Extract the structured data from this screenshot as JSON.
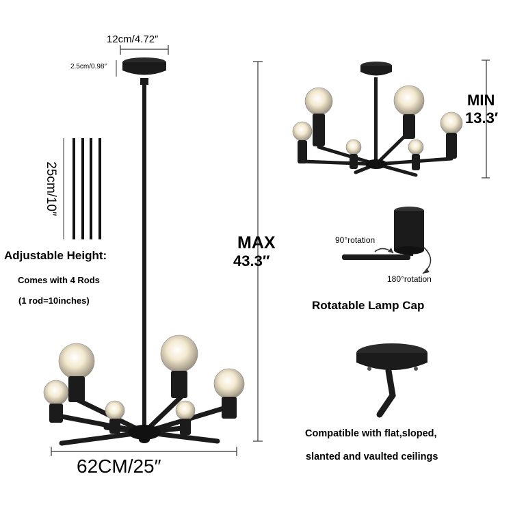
{
  "dimensions": {
    "canopy_width": "12cm/4.72″",
    "canopy_height": "2.5cm/0.98″",
    "rod_length": "25cm/10″",
    "max_label": "MAX",
    "max_value": "43.3″",
    "min_label": "MIN",
    "min_value": "13.3′",
    "diameter": "62CM/25″"
  },
  "features": {
    "adjustable_title": "Adjustable Height:",
    "rods_line1": "Comes with 4 Rods",
    "rods_line2": "(1 rod=10inches)",
    "rotation_90": "90°rotation",
    "rotation_180": "180°rotation",
    "rotatable_title": "Rotatable Lamp Cap",
    "compatible_line1": "Compatible with flat,sloped,",
    "compatible_line2": "slanted and vaulted ceilings"
  },
  "colors": {
    "fixture_black": "#1b1b1b",
    "bulb_glow": "#f3e9cf",
    "text": "#000000"
  }
}
